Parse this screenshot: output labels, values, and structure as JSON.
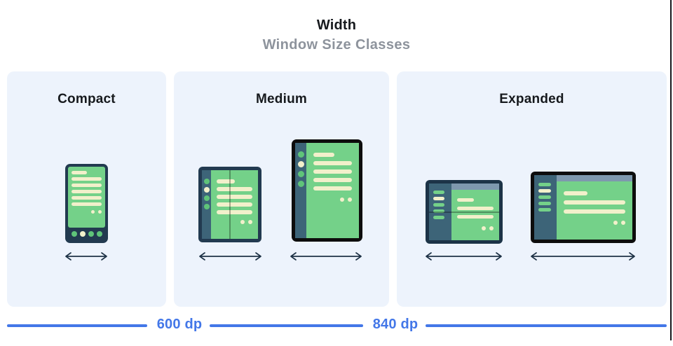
{
  "header": {
    "title": "Width",
    "subtitle": "Window Size Classes"
  },
  "panels": [
    {
      "id": "compact",
      "label": "Compact",
      "devices": [
        "phone-portrait"
      ]
    },
    {
      "id": "medium",
      "label": "Medium",
      "devices": [
        "foldable-open",
        "tablet-portrait"
      ]
    },
    {
      "id": "expanded",
      "label": "Expanded",
      "devices": [
        "foldable-landscape",
        "tablet-landscape"
      ]
    }
  ],
  "ruler": {
    "labels": [
      "600 dp",
      "840 dp"
    ]
  },
  "colors": {
    "panel_bg": "#edf3fc",
    "accent_blue": "#4377e8",
    "screen_green": "#74d189",
    "content_cream": "#f2f0cb",
    "sidebar_teal": "#3d6478",
    "frame_navy": "#223a50",
    "frame_black": "#0d0d0d",
    "topbar_blue_gray": "#7e98ae",
    "subtitle_gray": "#8d939c"
  }
}
